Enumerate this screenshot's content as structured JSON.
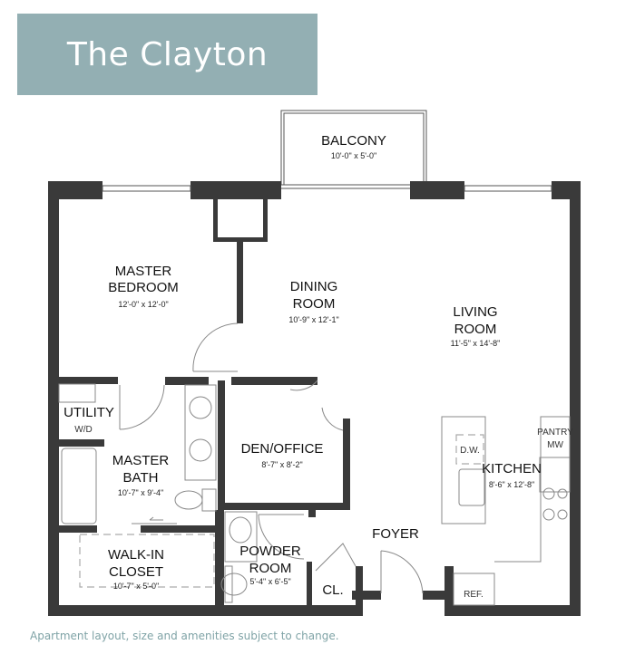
{
  "title": "The Clayton",
  "colors": {
    "title_bg": "#93afb3",
    "wall": "#3a3a3a",
    "disclaimer": "#7fa3a6"
  },
  "rooms": {
    "balcony": {
      "name": "BALCONY",
      "dims": "10'-0\" x 5'-0\""
    },
    "master_bedroom": {
      "name1": "MASTER",
      "name2": "BEDROOM",
      "dims": "12'-0\" x 12'-0\""
    },
    "dining_room": {
      "name1": "DINING",
      "name2": "ROOM",
      "dims": "10'-9\" x 12'-1\""
    },
    "living_room": {
      "name1": "LIVING",
      "name2": "ROOM",
      "dims": "11'-5\" x 14'-8\""
    },
    "utility": {
      "name": "UTILITY",
      "fixture": "W/D"
    },
    "master_bath": {
      "name1": "MASTER",
      "name2": "BATH",
      "dims": "10'-7\" x 9'-4\""
    },
    "den_office": {
      "name": "DEN/OFFICE",
      "dims": "8'-7\" x 8'-2\""
    },
    "kitchen": {
      "name": "KITCHEN",
      "dims": "8'-6\" x 12'-8\"",
      "dishwasher": "D.W.",
      "pantry1": "PANTRY",
      "pantry2": "MW",
      "fridge": "REF."
    },
    "walk_in_closet": {
      "name1": "WALK-IN",
      "name2": "CLOSET",
      "dims": "10'-7\" x 5'-0\""
    },
    "powder_room": {
      "name1": "POWDER",
      "name2": "ROOM",
      "dims": "5'-4\" x 6'-5\""
    },
    "closet": {
      "name": "CL."
    },
    "foyer": {
      "name": "FOYER"
    }
  },
  "disclaimer": "Apartment layout, size and amenities subject to change."
}
